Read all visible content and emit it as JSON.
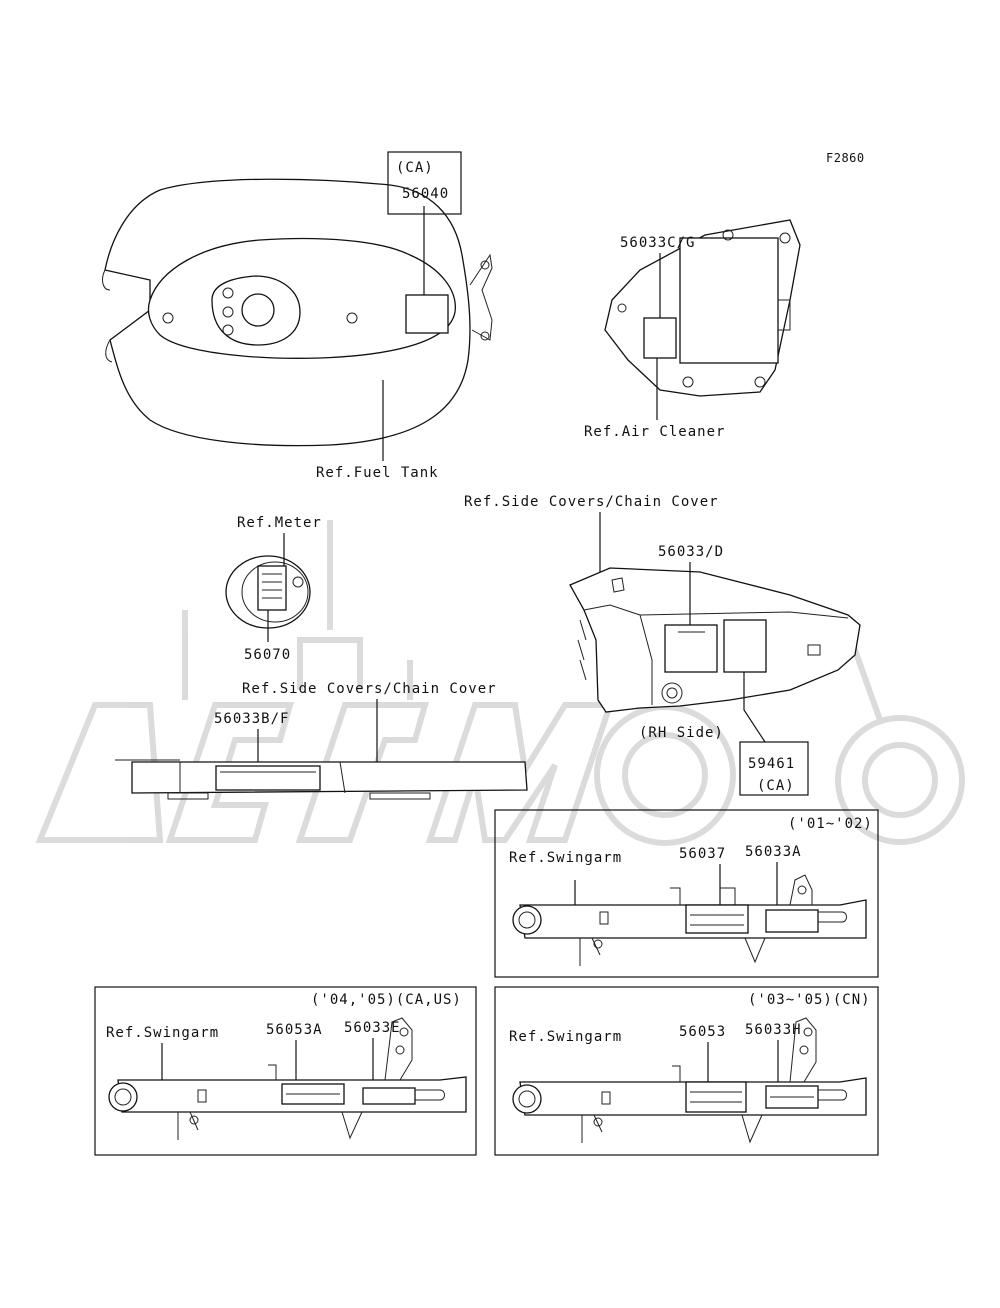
{
  "figure_code": "F2860",
  "labels": {
    "ca_header": "(CA)",
    "part_56040": "56040",
    "part_56033cg": "56033C/G",
    "ref_air_cleaner": "Ref.Air Cleaner",
    "ref_fuel_tank": "Ref.Fuel Tank",
    "ref_side_covers_top": "Ref.Side Covers/Chain Cover",
    "ref_meter": "Ref.Meter",
    "part_56033d": "56033/D",
    "part_56070": "56070",
    "ref_side_covers_left": "Ref.Side Covers/Chain Cover",
    "part_56033bf": "56033B/F",
    "rh_side": "(RH Side)",
    "part_59461": "59461",
    "part_59461_ca": "(CA)"
  },
  "panels": {
    "p0102": {
      "year": "('01~'02)",
      "ref": "Ref.Swingarm",
      "part_a": "56037",
      "part_b": "56033A"
    },
    "p0405": {
      "year": "('04,'05)(CA,US)",
      "ref": "Ref.Swingarm",
      "part_a": "56053A",
      "part_b": "56033E"
    },
    "p0305": {
      "year": "('03~'05)(CN)",
      "ref": "Ref.Swingarm",
      "part_a": "56053",
      "part_b": "56033H"
    }
  }
}
